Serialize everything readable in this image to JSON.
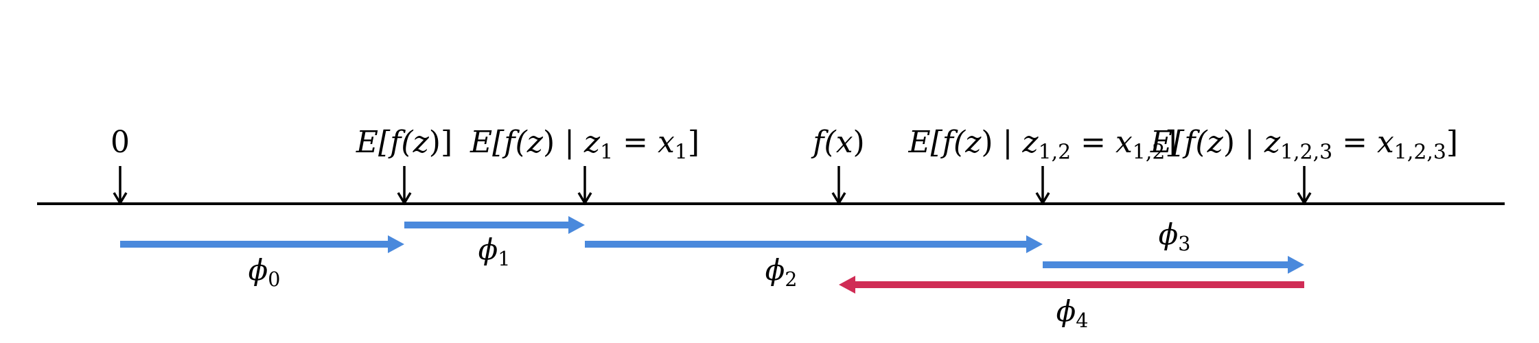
{
  "diagram": {
    "axis_color": "#000000",
    "positive_color": "#4a89dc",
    "negative_color": "#d02c55",
    "markers": [
      {
        "label": "0"
      },
      {
        "label": "E[f(z)]"
      },
      {
        "label": "E[f(z) | z1 = x1]"
      },
      {
        "label": "f(x)"
      },
      {
        "label": "E[f(z) | z1,2 = x1,2]"
      },
      {
        "label": "E[f(z) | z1,2,3 = x1,2,3]"
      }
    ],
    "contributions": [
      {
        "label": "ϕ0",
        "from_marker": 0,
        "to_marker": 1,
        "sign": "positive"
      },
      {
        "label": "ϕ1",
        "from_marker": 1,
        "to_marker": 2,
        "sign": "positive"
      },
      {
        "label": "ϕ2",
        "from_marker": 2,
        "to_marker": 4,
        "sign": "positive"
      },
      {
        "label": "ϕ3",
        "from_marker": 4,
        "to_marker": 5,
        "sign": "positive"
      },
      {
        "label": "ϕ4",
        "from_marker": 5,
        "to_marker": 3,
        "sign": "negative"
      }
    ]
  }
}
